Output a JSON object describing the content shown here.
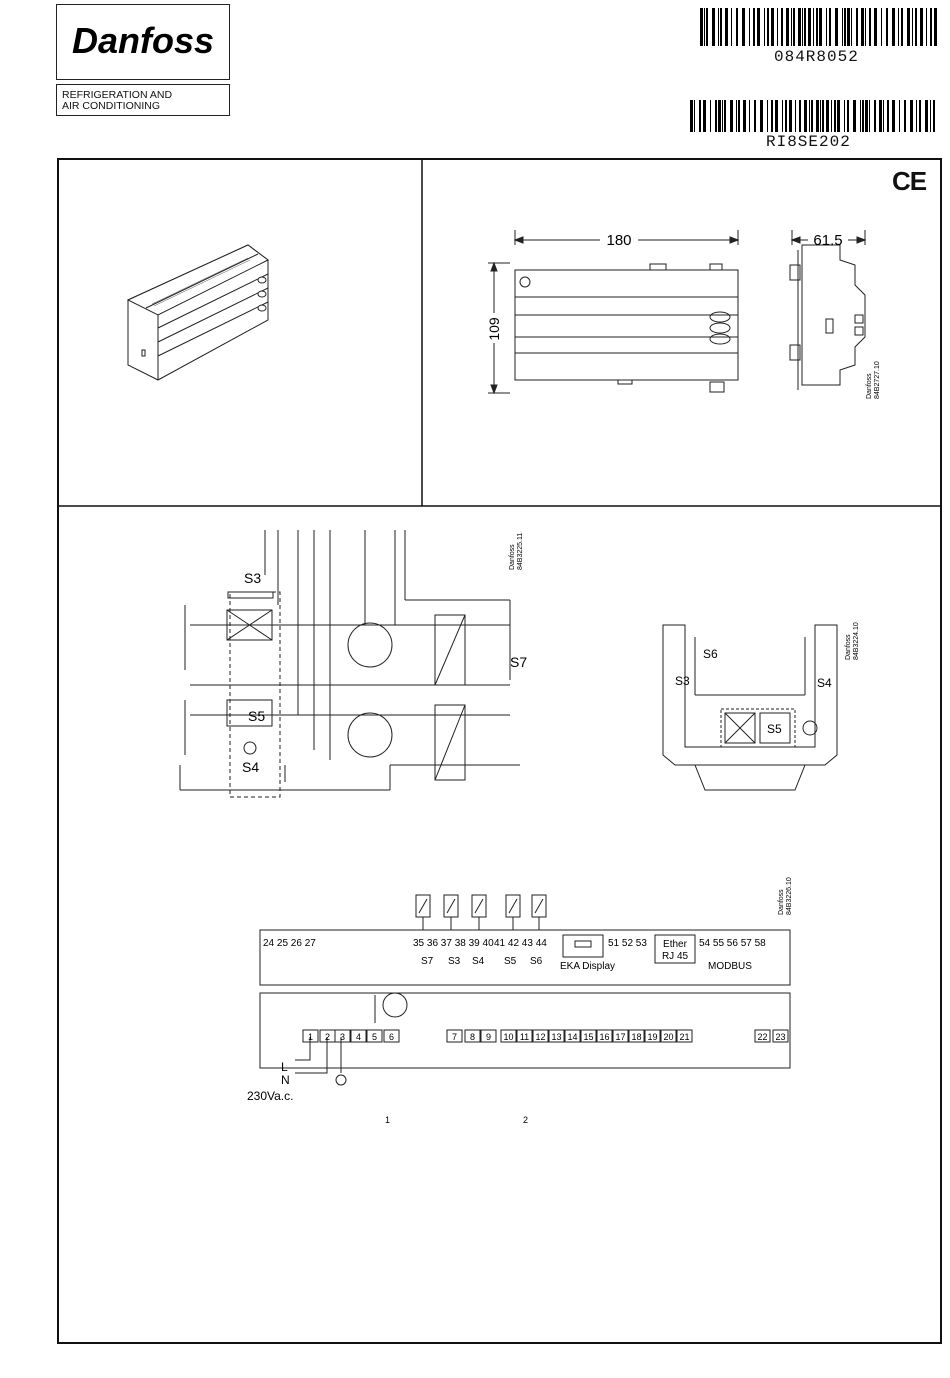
{
  "header": {
    "brand": "Danfoss",
    "division": [
      "REFRIGERATION AND",
      "AIR CONDITIONING"
    ],
    "barcode_codes": [
      "084R8052",
      "RI8SE202"
    ]
  },
  "certification": "CE",
  "dimensions": {
    "width": "180",
    "height": "109",
    "depth": "61.5",
    "drawing_ref": [
      "Danfoss",
      "84B2727.10"
    ]
  },
  "schematic_refrigeration": {
    "sensor_labels": [
      "S3",
      "S5",
      "S4",
      "S7"
    ],
    "drawing_ref": [
      "Danfoss",
      "84B3225.11"
    ]
  },
  "schematic_cabinet": {
    "sensor_labels": [
      "S6",
      "S3",
      "S4",
      "S5"
    ],
    "drawing_ref": [
      "Danfoss",
      "84B3224.10"
    ]
  },
  "wiring": {
    "drawing_ref": [
      "Danfoss",
      "84B3226.10"
    ],
    "top_terminals": {
      "group_a": "24 25 26 27",
      "group_b": "35 36 37 38 39 40",
      "group_c": "41 42 43 44",
      "group_d": "51 52 53",
      "group_e": "54 55 56 57 58"
    },
    "sensor_labels": [
      "S7",
      "S3",
      "S4",
      "S5",
      "S6"
    ],
    "ports": {
      "display": "EKA Display",
      "ethernet": [
        "Ether",
        "RJ 45"
      ],
      "modbus": "MODBUS"
    },
    "bottom_terminals": [
      "1",
      "2",
      "3",
      "4",
      "5",
      "6",
      "7",
      "8",
      "9",
      "10",
      "11",
      "12",
      "13",
      "14",
      "15",
      "16",
      "17",
      "18",
      "19",
      "20",
      "21",
      "22",
      "23"
    ],
    "supply": {
      "line": "L",
      "neutral": "N",
      "voltage": "230Va.c."
    },
    "load_labels": [
      "1",
      "2"
    ]
  }
}
